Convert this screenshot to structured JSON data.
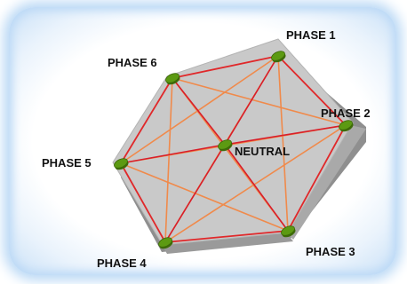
{
  "diagram": {
    "nodes": {
      "phase1": "PHASE 1",
      "phase2": "PHASE 2",
      "phase3": "PHASE 3",
      "phase4": "PHASE 4",
      "phase5": "PHASE 5",
      "phase6": "PHASE 6",
      "neutral": "NEUTRAL"
    },
    "connections": [
      [
        "phase1",
        "phase2"
      ],
      [
        "phase2",
        "phase3"
      ],
      [
        "phase3",
        "phase4"
      ],
      [
        "phase4",
        "phase5"
      ],
      [
        "phase5",
        "phase6"
      ],
      [
        "phase6",
        "phase1"
      ],
      [
        "phase1",
        "phase3"
      ],
      [
        "phase1",
        "phase4"
      ],
      [
        "phase1",
        "phase5"
      ],
      [
        "phase2",
        "phase4"
      ],
      [
        "phase2",
        "phase5"
      ],
      [
        "phase2",
        "phase6"
      ],
      [
        "phase3",
        "phase5"
      ],
      [
        "phase3",
        "phase6"
      ],
      [
        "phase4",
        "phase6"
      ],
      [
        "neutral",
        "phase1"
      ],
      [
        "neutral",
        "phase2"
      ],
      [
        "neutral",
        "phase3"
      ],
      [
        "neutral",
        "phase4"
      ],
      [
        "neutral",
        "phase5"
      ],
      [
        "neutral",
        "phase6"
      ]
    ],
    "colors": {
      "hexagon_fill": "#c6c6c6",
      "hexagon_side": "#8f8f8f",
      "perimeter_line": "#e0282a",
      "diagonal_line": "#f08a4b",
      "neutral_line": "#d81e2a",
      "node_fill": "#5c9a12"
    }
  }
}
